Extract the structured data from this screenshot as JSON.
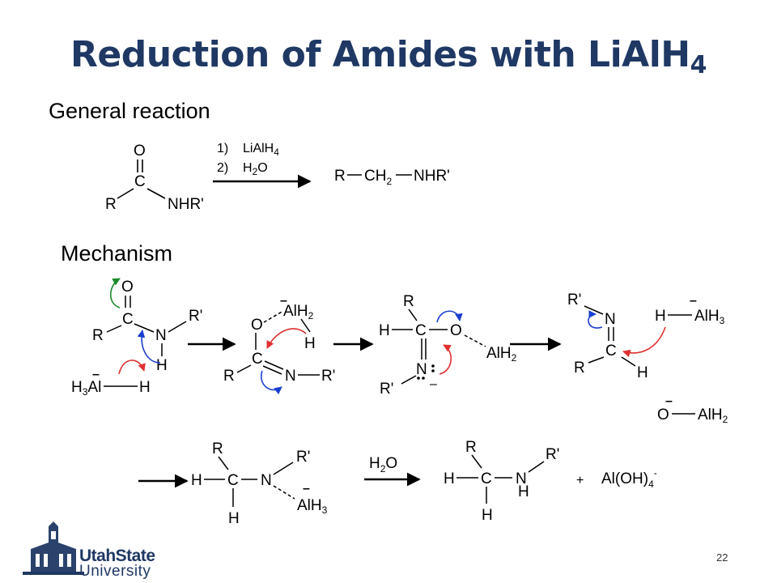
{
  "slide": {
    "title": "Reduction of Amides with LiAlH",
    "title_sub": "4",
    "heading_general": "General reaction",
    "heading_mechanism": "Mechanism",
    "page_number": "22"
  },
  "logo": {
    "line1": "UtahState",
    "line2": "University"
  },
  "colors": {
    "title": "#1f3864",
    "arrow_red": "#e03030",
    "arrow_blue": "#1a3fd0",
    "arrow_green": "#1a8a2a"
  },
  "general_reaction": {
    "reactant": {
      "o": "O",
      "c": "C",
      "r": "R",
      "nhr": "NHR'"
    },
    "reagent1_num": "1)",
    "reagent1": "LiAlH",
    "reagent1_sub": "4",
    "reagent2_num": "2)",
    "reagent2_a": "H",
    "reagent2_sub": "2",
    "reagent2_b": "O",
    "product": {
      "r": "R",
      "ch": "CH",
      "ch_sub": "2",
      "nhr": "NHR'"
    }
  },
  "mechanism": {
    "s1": {
      "o": "O",
      "c": "C",
      "r": "R",
      "n": "N",
      "rp": "R'",
      "h": "H",
      "al_h": "H",
      "al_sub": "3",
      "al": "Al",
      "al_h2": "H",
      "charge": "–"
    },
    "s2": {
      "o": "O",
      "alh": "AlH",
      "alh_sub": "2",
      "h": "H",
      "c": "C",
      "r": "R",
      "n": "N",
      "rp": "R'",
      "charge": "–"
    },
    "s3": {
      "r": "R",
      "h": "H",
      "c": "C",
      "o": "O",
      "n": "N",
      "rp": "R'",
      "alh": "AlH",
      "alh_sub": "2",
      "charge": "–"
    },
    "s4": {
      "rp": "R'",
      "n": "N",
      "c": "C",
      "r": "R",
      "h": "H",
      "h2": "H",
      "alh": "AlH",
      "alh_sub": "3",
      "charge": "–",
      "o": "O",
      "alh2": "AlH",
      "alh2_sub": "2",
      "charge2": "–"
    },
    "s5": {
      "r": "R",
      "h": "H",
      "c": "C",
      "n": "N",
      "rp": "R'",
      "hb": "H",
      "alh": "AlH",
      "alh_sub": "3",
      "charge": "–"
    },
    "water": {
      "a": "H",
      "sub": "2",
      "b": "O"
    },
    "s6": {
      "r": "R",
      "h": "H",
      "c": "C",
      "n": "N",
      "rp": "R'",
      "nh": "H",
      "hb": "H"
    },
    "byproduct": {
      "plus": "+",
      "text": "Al(OH)",
      "sub": "4",
      "sup": "-"
    }
  }
}
